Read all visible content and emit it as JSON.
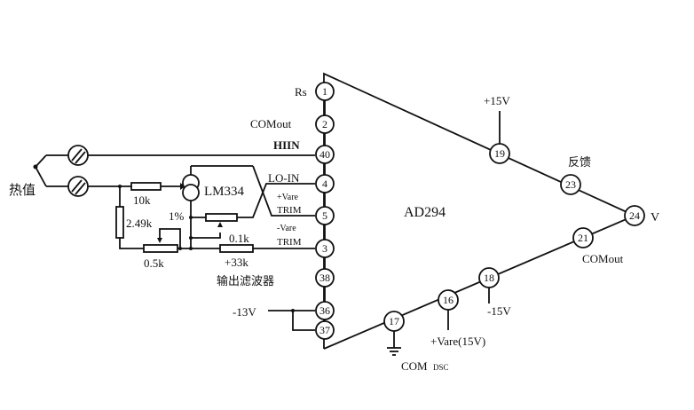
{
  "chip": {
    "name": "AD294"
  },
  "pins": {
    "p1": "1",
    "p2": "2",
    "p40": "40",
    "p4": "4",
    "p5": "5",
    "p3": "3",
    "p38": "38",
    "p36": "36",
    "p37": "37",
    "p19": "19",
    "p23": "23",
    "p24": "24",
    "p21": "21",
    "p18": "18",
    "p16": "16",
    "p17": "17"
  },
  "pin_labels": {
    "rs": "Rs",
    "comout_left": "COMout",
    "hiin": "HIIN",
    "lo_in": "LO-IN",
    "plus_vare": "+Vare",
    "trim1": "TRIM",
    "minus_vare": "-Vare",
    "trim2": "TRIM",
    "output_filter": "输出滤波器",
    "minus13v": "-13V",
    "plus15v": "+15V",
    "feedback": "反馈",
    "v_out": "V",
    "comout_right": "COMout",
    "minus15v": "-15V",
    "plus_vare_15v": "+Vare(15V)",
    "com": "COM",
    "dsc": "DSC"
  },
  "components": {
    "thermocouple": "热值",
    "r10k": "10k",
    "r249k": "2.49k",
    "lm334": "LM334",
    "one_percent": "1%",
    "r01k": "0.1k",
    "r05k": "0.5k",
    "r33k": "+33k"
  }
}
